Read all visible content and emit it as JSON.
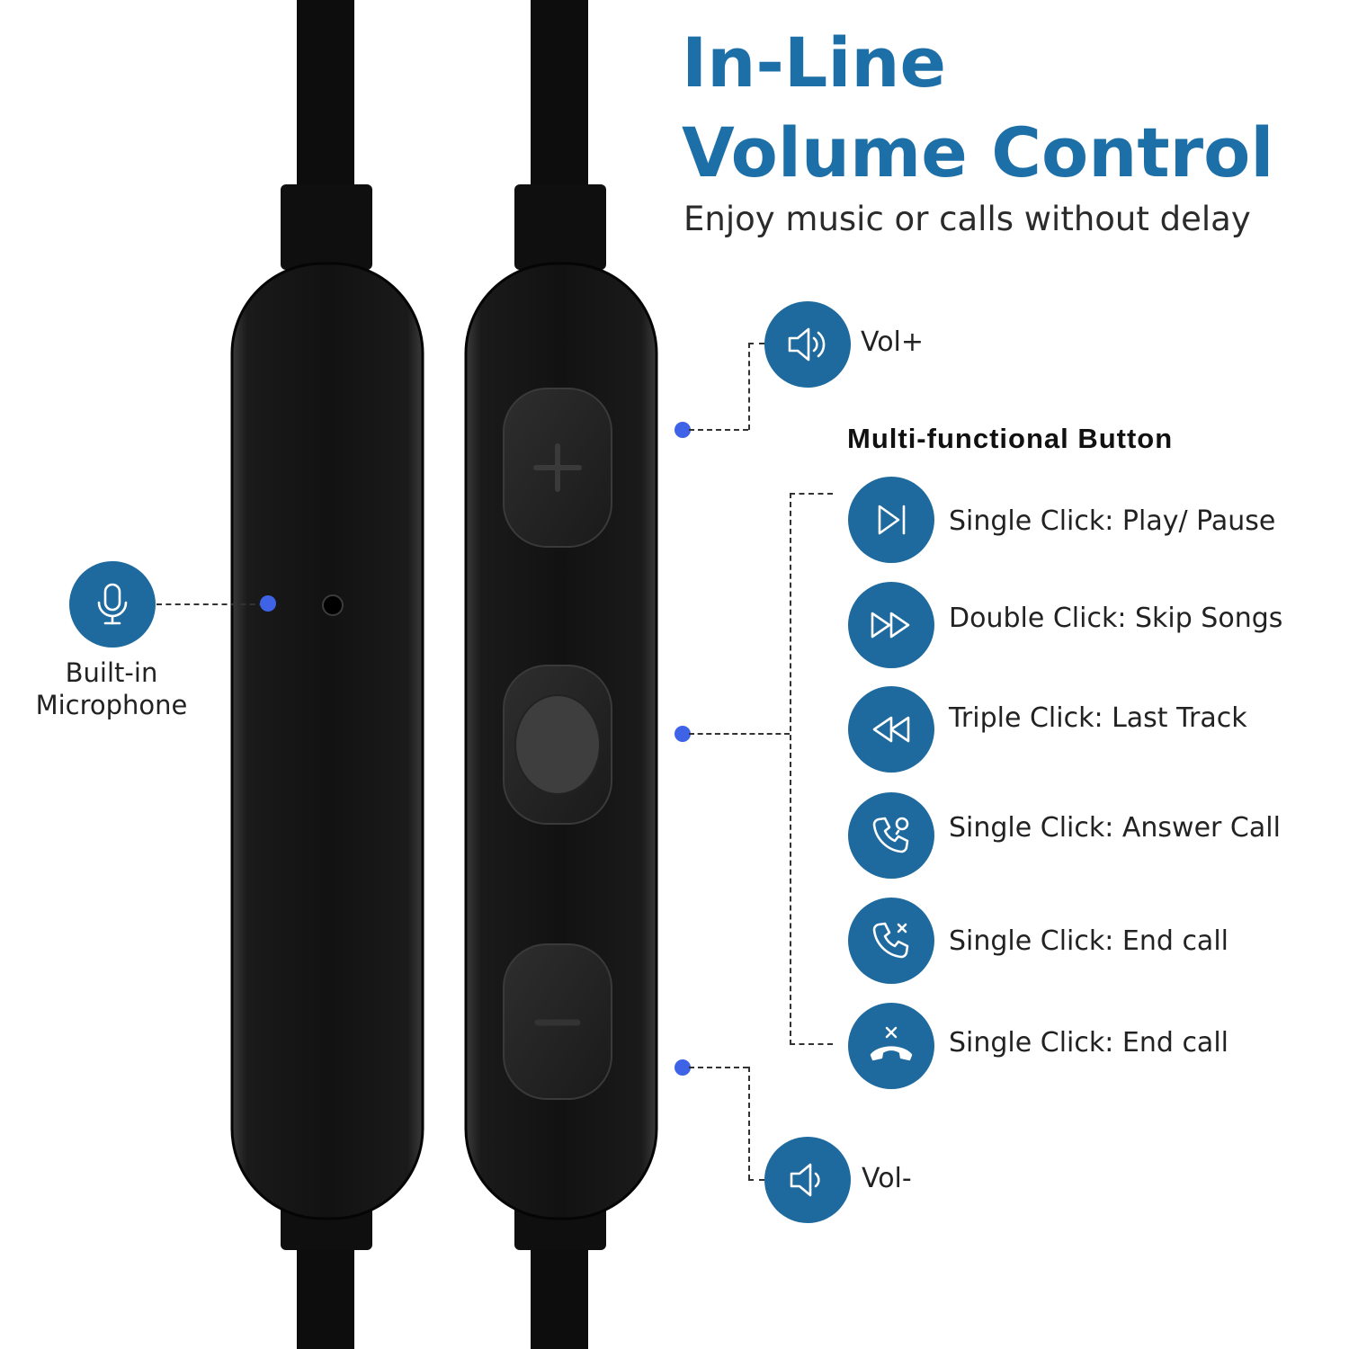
{
  "header": {
    "title_line1": "In-Line",
    "title_line2": "Volume Control",
    "subtitle": "Enjoy music or calls without delay"
  },
  "microphone": {
    "label_line1": "Built-in",
    "label_line2": "Microphone",
    "icon": "microphone-icon"
  },
  "volume": {
    "up_label": "Vol+",
    "up_icon": "speaker-volume-up-icon",
    "down_label": "Vol-",
    "down_icon": "speaker-volume-down-icon"
  },
  "multifunction": {
    "title": "Multi-functional Button",
    "items": [
      {
        "label": "Single Click: Play/ Pause",
        "icon": "play-pause-icon"
      },
      {
        "label": "Double Click: Skip Songs",
        "icon": "fast-forward-icon"
      },
      {
        "label": "Triple Click: Last Track",
        "icon": "rewind-icon"
      },
      {
        "label": "Single Click: Answer Call",
        "icon": "phone-answer-icon"
      },
      {
        "label": "Single Click: End call",
        "icon": "phone-end-icon"
      },
      {
        "label": "Single Click: End call",
        "icon": "phone-hangup-icon"
      }
    ]
  },
  "colors": {
    "accent_blue": "#1d6fa8",
    "icon_circle": "#1e6a9e",
    "dot_blue": "#3f63e6",
    "device_black": "#141414"
  }
}
